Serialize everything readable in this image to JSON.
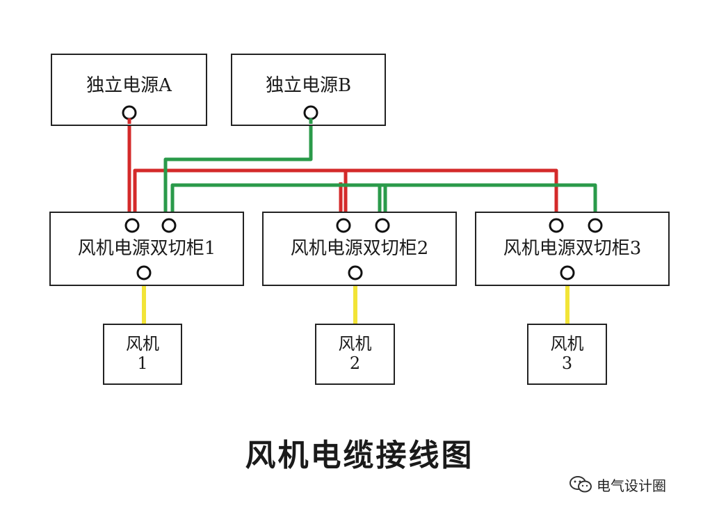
{
  "diagram": {
    "sources": [
      {
        "id": "A",
        "label": "独立电源A"
      },
      {
        "id": "B",
        "label": "独立电源B"
      }
    ],
    "cabinets": [
      {
        "id": "1",
        "label": "风机电源双切柜1"
      },
      {
        "id": "2",
        "label": "风机电源双切柜2"
      },
      {
        "id": "3",
        "label": "风机电源双切柜3"
      }
    ],
    "fans": [
      {
        "id": "1",
        "line1": "风机",
        "line2": "1"
      },
      {
        "id": "2",
        "line1": "风机",
        "line2": "2"
      },
      {
        "id": "3",
        "line1": "风机",
        "line2": "3"
      }
    ],
    "connections": [
      {
        "from": "独立电源A",
        "to": [
          "风机电源双切柜1",
          "风机电源双切柜2",
          "风机电源双切柜3"
        ],
        "color": "#d42a2a"
      },
      {
        "from": "独立电源B",
        "to": [
          "风机电源双切柜1",
          "风机电源双切柜2",
          "风机电源双切柜3"
        ],
        "color": "#2a9a4a"
      },
      {
        "from": "风机电源双切柜1",
        "to": [
          "风机1"
        ],
        "color": "#f2e437"
      },
      {
        "from": "风机电源双切柜2",
        "to": [
          "风机2"
        ],
        "color": "#f2e437"
      },
      {
        "from": "风机电源双切柜3",
        "to": [
          "风机3"
        ],
        "color": "#f2e437"
      }
    ],
    "title": "风机电缆接线图"
  },
  "watermark": {
    "text": "电气设计圈",
    "icon": "wechat-icon"
  }
}
